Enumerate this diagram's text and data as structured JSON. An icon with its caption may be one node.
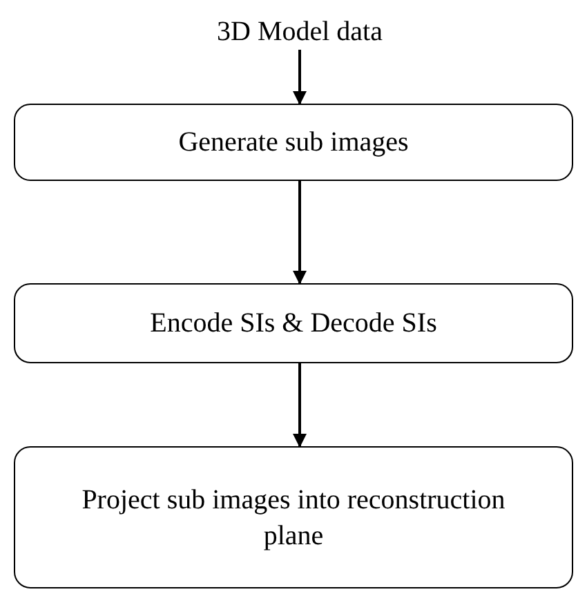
{
  "diagram": {
    "nodes": [
      {
        "text": [
          "3D Model data"
        ]
      },
      {
        "text": [
          "Generate sub images"
        ]
      },
      {
        "text": [
          "Encode SIs & Decode SIs"
        ]
      },
      {
        "text": [
          "Project sub images into reconstruction plane"
        ]
      }
    ],
    "edges": [
      {
        "from": 0,
        "to": 1,
        "arrow": "to"
      },
      {
        "from": 1,
        "to": 2,
        "arrow": "to"
      },
      {
        "from": 2,
        "to": 3,
        "arrow": "to"
      }
    ]
  }
}
